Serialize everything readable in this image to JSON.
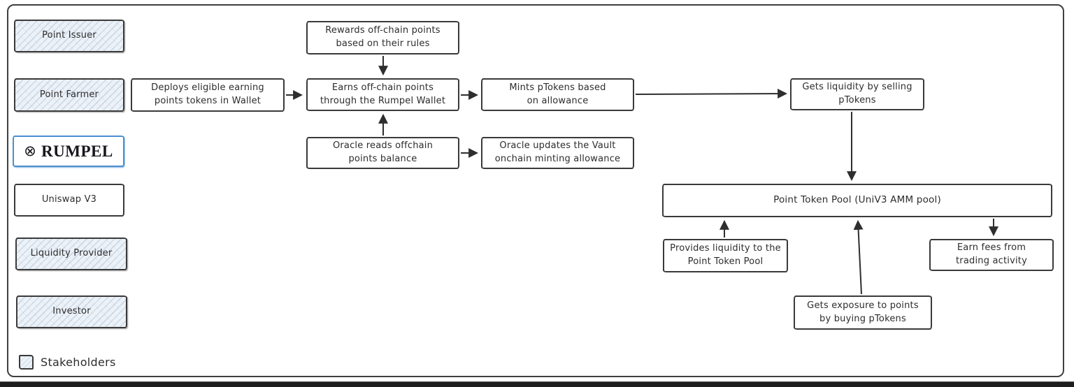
{
  "colors": {
    "box_border": "#3a3a3a",
    "frame_border": "#3f3f3f",
    "stakeholder_fill": "#edf2f8",
    "rumpel_accent_blue": "#4a8fd0",
    "text": "#2d2d2d",
    "bottom_bar": "#1d1d1d"
  },
  "boxes": {
    "point_issuer": "Point Issuer",
    "point_farmer": "Point Farmer",
    "rumpel_icon": "⊗",
    "rumpel": "RUMPEL",
    "uniswap_v3": "Uniswap V3",
    "liquidity_provider": "Liquidity Provider",
    "investor": "Investor",
    "rewards": "Rewards off-chain points based on their rules",
    "deploys": "Deploys eligible earning points tokens in Wallet",
    "earns": "Earns off-chain points through the Rumpel Wallet",
    "mints": "Mints pTokens based on allowance",
    "gets_liquidity": "Gets liquidity by selling pTokens",
    "oracle_reads": "Oracle reads offchain points balance",
    "oracle_updates": "Oracle updates the Vault onchain minting allowance",
    "pool": "Point Token Pool (UniV3 AMM pool)",
    "provides_liquidity": "Provides liquidity to the Point Token Pool",
    "gets_exposure": "Gets exposure to points by buying pTokens",
    "earn_fees": "Earn fees from trading activity"
  },
  "legend": {
    "label": "Stakeholders"
  },
  "edges": [
    {
      "from": "rewards",
      "to": "earns"
    },
    {
      "from": "deploys",
      "to": "earns"
    },
    {
      "from": "earns",
      "to": "mints"
    },
    {
      "from": "mints",
      "to": "gets_liquidity"
    },
    {
      "from": "oracle_reads",
      "to": "earns"
    },
    {
      "from": "oracle_reads",
      "to": "oracle_updates"
    },
    {
      "from": "gets_liquidity",
      "to": "pool"
    },
    {
      "from": "provides_liquidity",
      "to": "pool"
    },
    {
      "from": "gets_exposure",
      "to": "pool"
    },
    {
      "from": "pool",
      "to": "earn_fees"
    }
  ]
}
